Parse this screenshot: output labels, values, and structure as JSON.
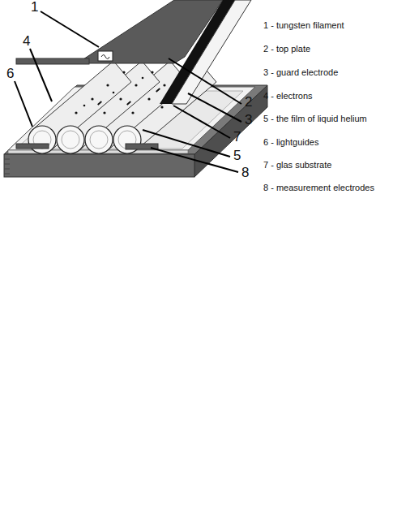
{
  "diagram": {
    "labels": [
      "1",
      "4",
      "6",
      "2",
      "3",
      "7",
      "5",
      "8",
      "1 - tungsten filament",
      "2 - top plate",
      "3 - guard electrode",
      "4 - electrons",
      "5 - the film of liquid helium",
      "6 - lightguides",
      "7 - glas substrate",
      "8 - measurement electrodes"
    ]
  }
}
